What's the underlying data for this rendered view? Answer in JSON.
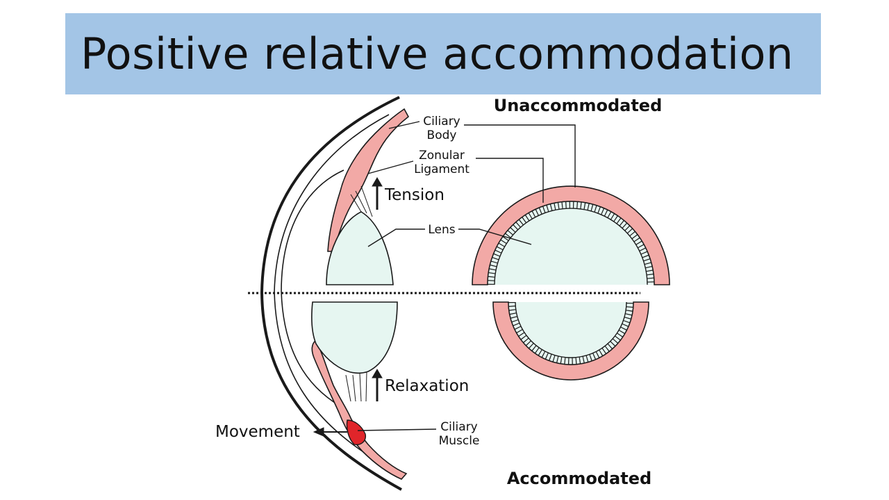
{
  "slide": {
    "title": "Positive relative accommodation"
  },
  "diagram": {
    "labels": {
      "unaccommodated": "Unaccommodated",
      "accommodated": "Accommodated",
      "ciliary_body_line1": "Ciliary",
      "ciliary_body_line2": "Body",
      "zonular_line1": "Zonular",
      "zonular_line2": "Ligament",
      "tension": "Tension",
      "lens": "Lens",
      "relaxation": "Relaxation",
      "movement": "Movement",
      "ciliary_muscle_line1": "Ciliary",
      "ciliary_muscle_line2": "Muscle"
    },
    "colors": {
      "title_bar": "#a3c5e6",
      "tissue_pink": "#f2a9a6",
      "lens_fill": "#e6f6f1",
      "muscle_red": "#e0252a",
      "outline": "#1a1a1a"
    }
  }
}
